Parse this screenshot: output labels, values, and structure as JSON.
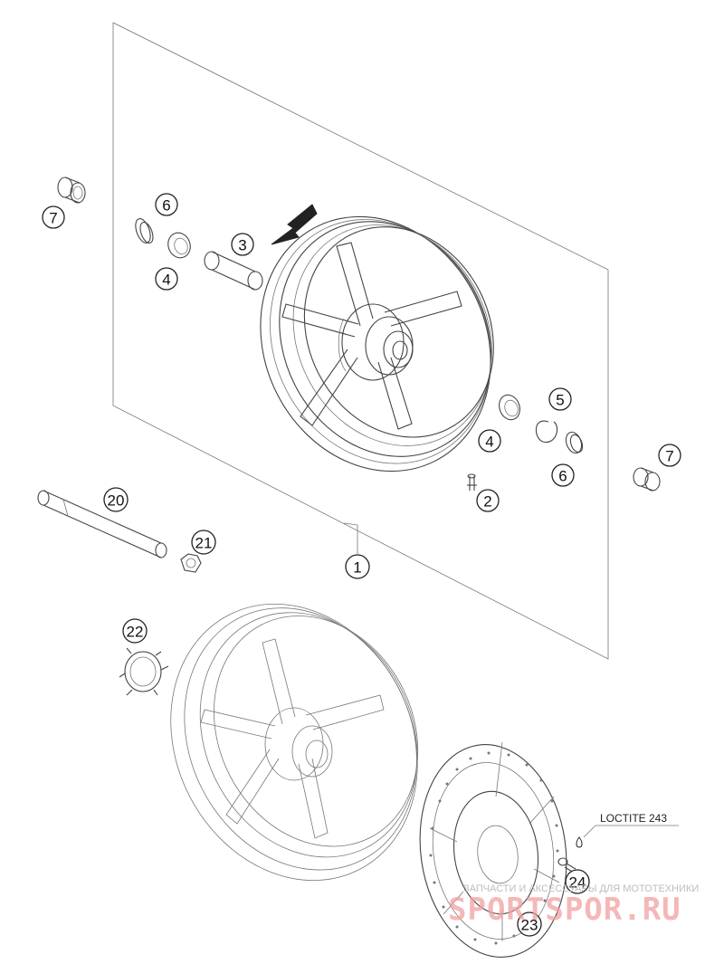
{
  "diagram": {
    "callouts": {
      "c1": "1",
      "c2": "2",
      "c3": "3",
      "c4a": "4",
      "c4b": "4",
      "c5": "5",
      "c6a": "6",
      "c6b": "6",
      "c7a": "7",
      "c7b": "7",
      "c20": "20",
      "c21": "21",
      "c22": "22",
      "c23": "23",
      "c24": "24"
    },
    "note": "LOCTITE 243"
  },
  "watermark": {
    "caption": "ЗАПЧАСТИ И АКСЕССУАРЫ ДЛЯ МОТОТЕХНИКИ",
    "logo": "SPORTSPOR.RU"
  }
}
